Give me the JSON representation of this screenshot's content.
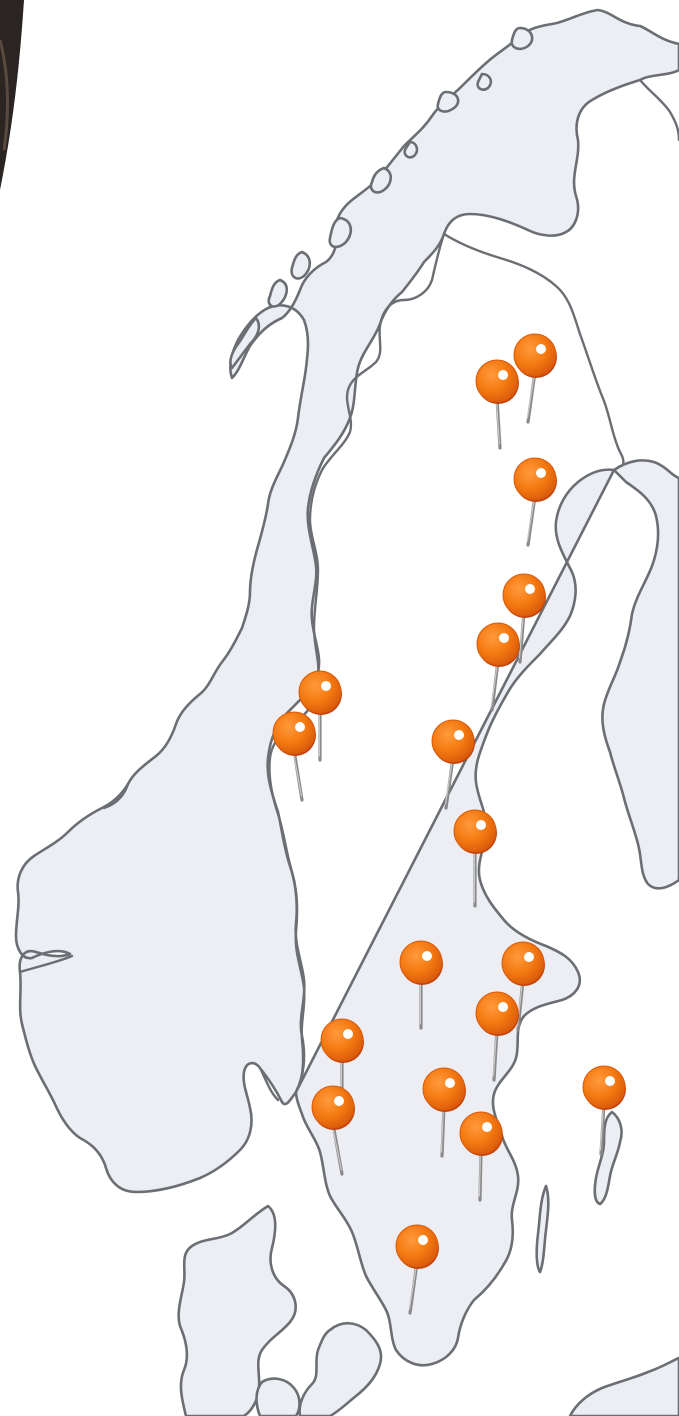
{
  "map": {
    "colors": {
      "land": "#eceef3",
      "border": "#6b6e72",
      "pin_head": "#f47a12",
      "pin_head_dark": "#e0620a",
      "pin_needle": "#8a8a8a"
    },
    "pins": [
      {
        "id": "pin-1"
      },
      {
        "id": "pin-2"
      },
      {
        "id": "pin-3"
      },
      {
        "id": "pin-4"
      },
      {
        "id": "pin-5"
      },
      {
        "id": "pin-6"
      },
      {
        "id": "pin-7"
      },
      {
        "id": "pin-8"
      },
      {
        "id": "pin-9"
      },
      {
        "id": "pin-10"
      },
      {
        "id": "pin-11"
      },
      {
        "id": "pin-12"
      },
      {
        "id": "pin-13"
      },
      {
        "id": "pin-14"
      },
      {
        "id": "pin-15"
      },
      {
        "id": "pin-16"
      },
      {
        "id": "pin-17"
      },
      {
        "id": "pin-18"
      },
      {
        "id": "pin-19"
      }
    ]
  }
}
